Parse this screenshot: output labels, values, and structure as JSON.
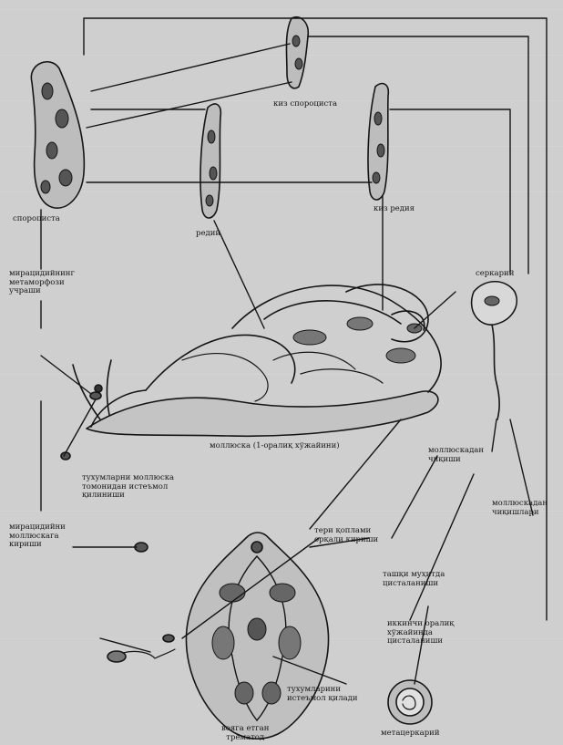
{
  "labels": {
    "kiz_sporotsista": "киз спороциста",
    "sporotsista": "спороциста",
    "kiz_rediya": "киз редия",
    "rediy": "редий",
    "serkariy": "серкарий",
    "miratsidiy_metamorfozi": "мирацидийнинг\nметаморфози\nучраши",
    "mollyuska": "моллюска (1-оралиқ хўжайини)",
    "mollyuska_ichida": "моллюскадан\nчиқиши",
    "tukhumlarni_mollyuska": "тухумларни моллюска\nтомонидан истеъмол\nқилиниши",
    "mollyuskadan_chiqishi": "моллюскадан\nчиқишлари",
    "miratsidiy_kirishi": "мирацидийни\nмоллюскага\nкириши",
    "teri_qoplami": "тери қоплами\nорқали кириши",
    "tashqi_muhitda": "ташқи муҳитда\nцисталаниши",
    "ikkinchi_orakliq": "иккинчи оралиқ\nхўжайинда\nцисталаниши",
    "tuxumlarini_istemol": "тухумларини\nистеъмол қилади",
    "metaserkariy": "метацеркарий",
    "voyaga_etgan": "вояга етган\nтрематод"
  },
  "colors": {
    "background": "#cfcfcf",
    "ink": "#151515"
  }
}
